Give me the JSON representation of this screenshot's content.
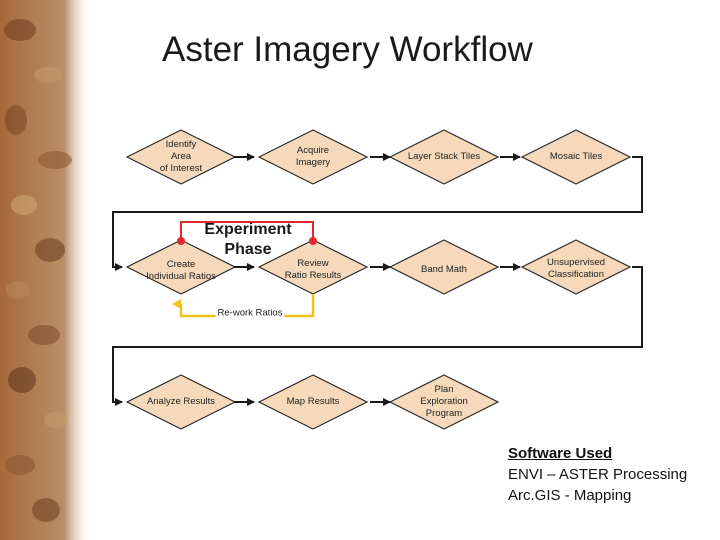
{
  "title": "Aster Imagery Workflow",
  "steps": [
    {
      "label": "Identify\nArea\nof Interest"
    },
    {
      "label": "Acquire\nImagery"
    },
    {
      "label": "Layer Stack Tiles"
    },
    {
      "label": "Mosaic Tiles"
    },
    {
      "label": "Create\nIndividual Ratios"
    },
    {
      "label": "Review\nRatio Results"
    },
    {
      "label": "Band Math"
    },
    {
      "label": "Unsupervised\nClassification"
    },
    {
      "label": "Analyze Results"
    },
    {
      "label": "Map Results"
    },
    {
      "label": "Plan\nExploration\nProgram"
    }
  ],
  "phase_label": "Experiment\nPhase",
  "rework_label": "Re-work Ratios",
  "software": {
    "heading": "Software Used",
    "items": [
      "ENVI – ASTER Processing",
      "Arc.GIS - Mapping"
    ]
  },
  "colors": {
    "diamond_fill": "#f6d9bb",
    "diamond_stroke": "#2a2a2a",
    "phase_marker": "#e0282e",
    "rework_loop": "#f2c21a"
  }
}
